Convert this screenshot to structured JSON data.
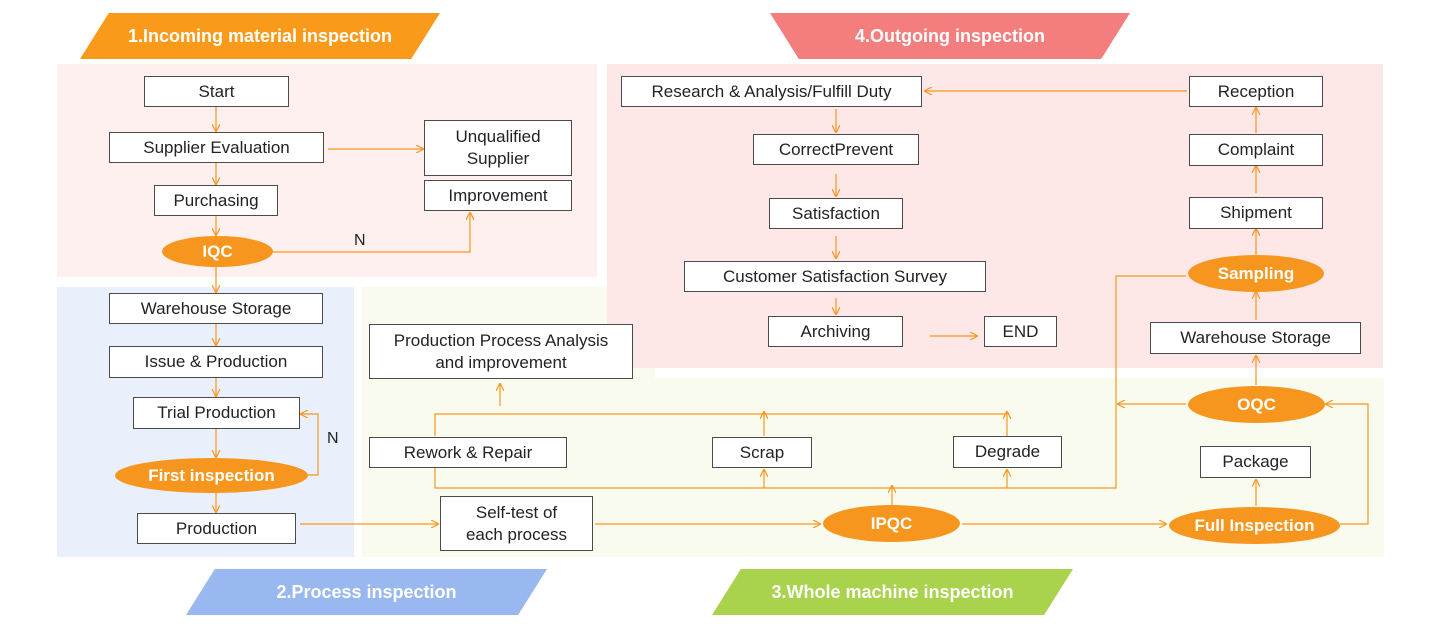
{
  "banners": {
    "incoming": "1.Incoming material inspection",
    "outgoing": "4.Outgoing inspection",
    "process": "2.Process inspection",
    "whole": "3.Whole machine inspection"
  },
  "nodes": {
    "start": "Start",
    "supplier_evaluation": "Supplier Evaluation",
    "unqualified_supplier": "Unqualified Supplier",
    "purchasing": "Purchasing",
    "improvement": "Improvement",
    "iqc": "IQC",
    "warehouse_storage_1": "Warehouse Storage",
    "issue_production": "Issue & Production",
    "trial_production": "Trial Production",
    "first_inspection": "First inspection",
    "production": "Production",
    "production_process_analysis": "Production Process Analysis and improvement",
    "rework_repair": "Rework & Repair",
    "scrap": "Scrap",
    "degrade": "Degrade",
    "self_test": "Self-test of each process",
    "ipqc": "IPQC",
    "full_inspection": "Full Inspection",
    "package": "Package",
    "oqc": "OQC",
    "warehouse_storage_2": "Warehouse Storage",
    "sampling": "Sampling",
    "shipment": "Shipment",
    "complaint": "Complaint",
    "reception": "Reception",
    "research_analysis": "Research & Analysis/Fulfill Duty",
    "correct_prevent": "CorrectPrevent",
    "satisfaction": "Satisfaction",
    "customer_survey": "Customer Satisfaction Survey",
    "archiving": "Archiving",
    "end": "END"
  },
  "labels": {
    "iqc_no": "N",
    "first_inspection_no": "N"
  },
  "colors": {
    "orange_accent": "#f7961f",
    "incoming_banner": "#fa9a1a",
    "outgoing_banner": "#f47d7d",
    "process_banner": "#98b8ef",
    "whole_banner": "#a9d24d"
  }
}
